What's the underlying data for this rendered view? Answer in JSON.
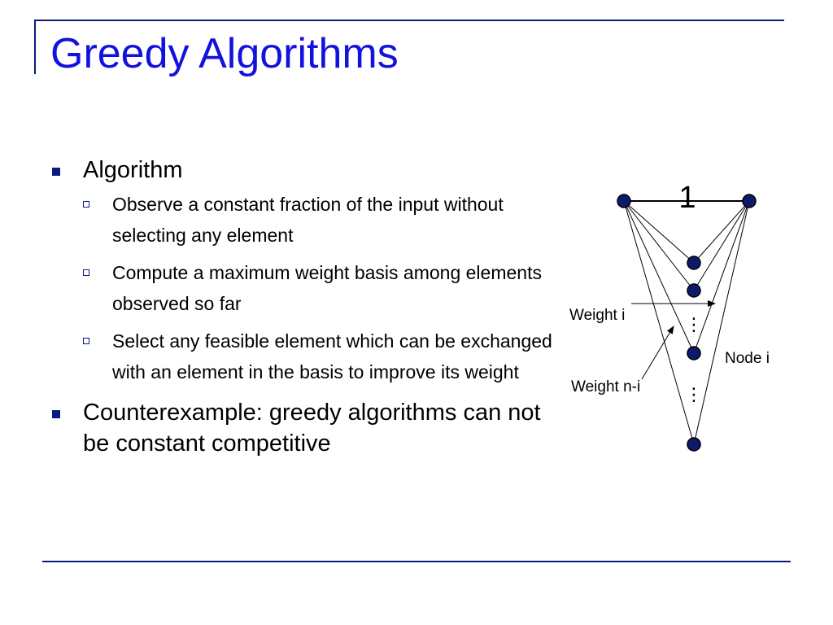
{
  "slide": {
    "title": "Greedy Algorithms",
    "bullets": [
      {
        "text": "Algorithm",
        "sub": [
          "Observe a constant fraction of the input without selecting any element",
          "Compute a maximum weight basis among elements observed so far",
          "Select any feasible element which can be exchanged with an element in the basis to improve its weight"
        ]
      },
      {
        "text": "Counterexample: greedy algorithms can not be constant competitive",
        "sub": []
      }
    ]
  },
  "diagram": {
    "edge_top_label": "1",
    "weight_i_label": "Weight i",
    "weight_ni_label": "Weight n-i",
    "node_i_label": "Node i",
    "ellipsis": "⋮"
  },
  "colors": {
    "title": "#1212dd",
    "accent": "#0a1a80",
    "node_fill": "#0d1a6b"
  }
}
